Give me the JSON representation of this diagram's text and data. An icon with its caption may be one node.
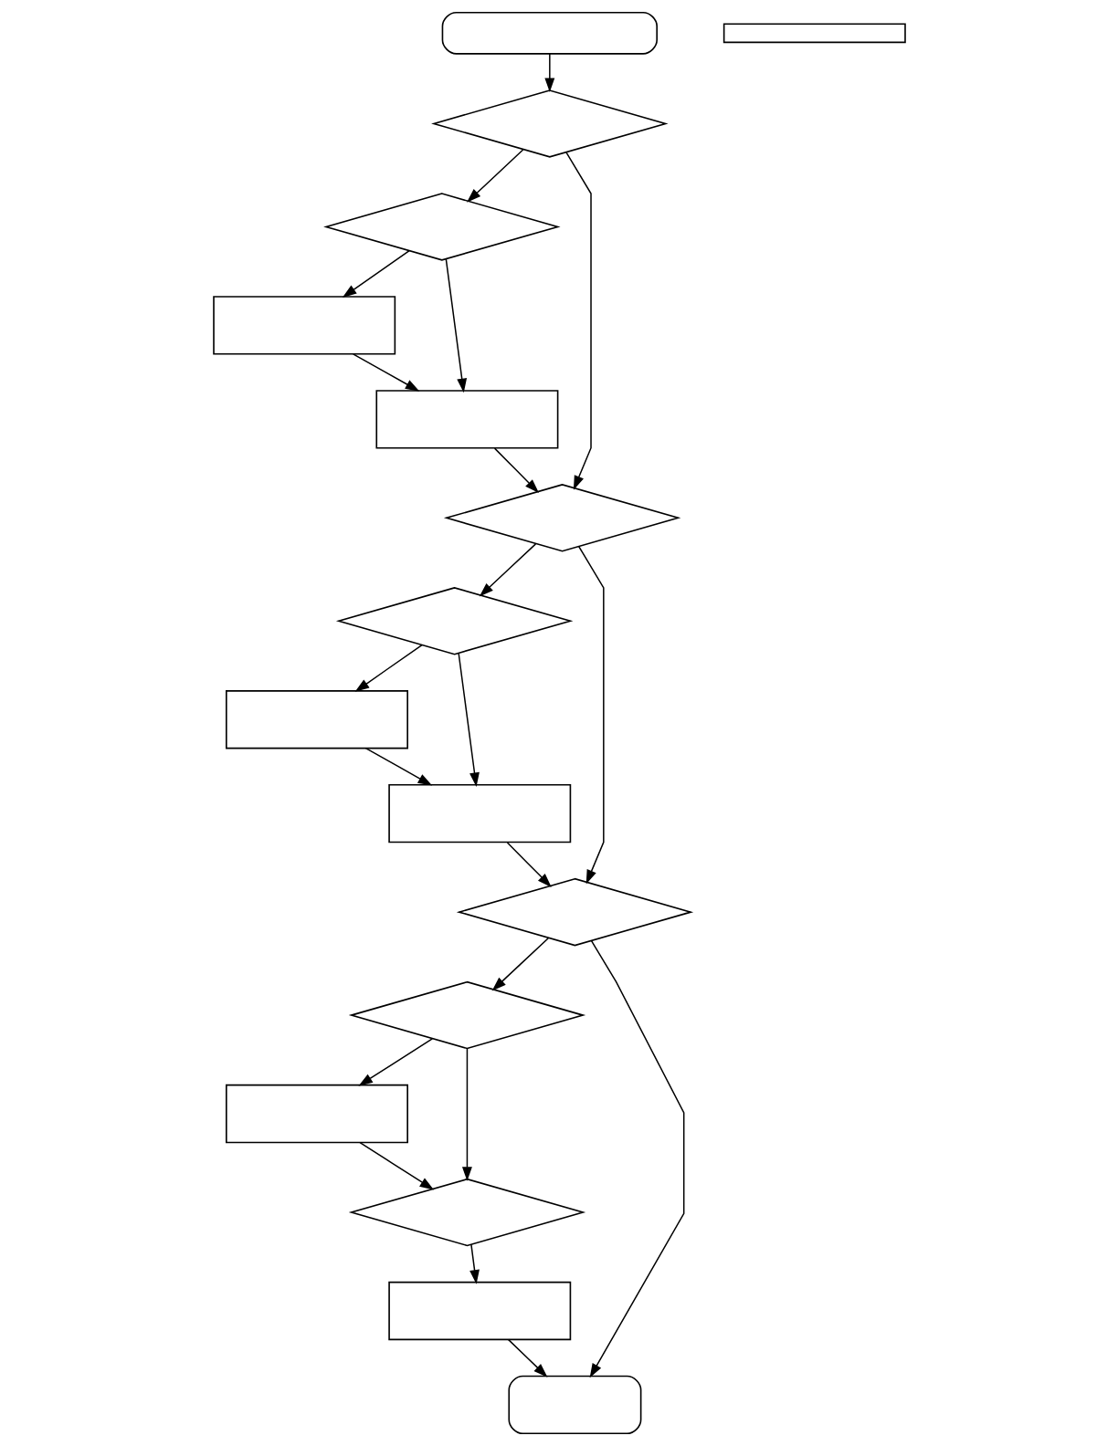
{
  "diagram": {
    "nodes": [
      {
        "text": [],
        "shape": "box"
      },
      {
        "text": [],
        "shape": "diamond"
      },
      {
        "text": [],
        "shape": "diamond"
      },
      {
        "text": [],
        "shape": "box"
      },
      {
        "text": [],
        "shape": "box"
      },
      {
        "text": [],
        "shape": "diamond"
      },
      {
        "text": [],
        "shape": "diamond"
      },
      {
        "text": [],
        "shape": "box"
      },
      {
        "text": [],
        "shape": "box"
      },
      {
        "text": [],
        "shape": "diamond"
      },
      {
        "text": [],
        "shape": "diamond"
      },
      {
        "text": [],
        "shape": "box"
      },
      {
        "text": [],
        "shape": "diamond"
      },
      {
        "text": [],
        "shape": "box"
      },
      {
        "text": [],
        "shape": "box"
      },
      {
        "text": [],
        "shape": "box"
      }
    ],
    "edges": [
      {
        "from": 0,
        "to": 1,
        "arrow": "to"
      },
      {
        "from": 1,
        "to": 2,
        "arrow": "to"
      },
      {
        "from": 2,
        "to": 3,
        "arrow": "to"
      },
      {
        "from": 3,
        "to": 4,
        "arrow": "to"
      },
      {
        "from": 2,
        "to": 4,
        "arrow": "to"
      },
      {
        "from": 1,
        "to": 5,
        "arrow": "to"
      },
      {
        "from": 4,
        "to": 5,
        "arrow": "to"
      },
      {
        "from": 5,
        "to": 6,
        "arrow": "to"
      },
      {
        "from": 6,
        "to": 7,
        "arrow": "to"
      },
      {
        "from": 7,
        "to": 8,
        "arrow": "to"
      },
      {
        "from": 6,
        "to": 8,
        "arrow": "to"
      },
      {
        "from": 5,
        "to": 9,
        "arrow": "to"
      },
      {
        "from": 8,
        "to": 9,
        "arrow": "to"
      },
      {
        "from": 9,
        "to": 10,
        "arrow": "to"
      },
      {
        "from": 10,
        "to": 11,
        "arrow": "to"
      },
      {
        "from": 11,
        "to": 12,
        "arrow": "to"
      },
      {
        "from": 10,
        "to": 12,
        "arrow": "to"
      },
      {
        "from": 12,
        "to": 13,
        "arrow": "to"
      },
      {
        "from": 9,
        "to": 14,
        "arrow": "to"
      },
      {
        "from": 13,
        "to": 14,
        "arrow": "to"
      }
    ]
  }
}
